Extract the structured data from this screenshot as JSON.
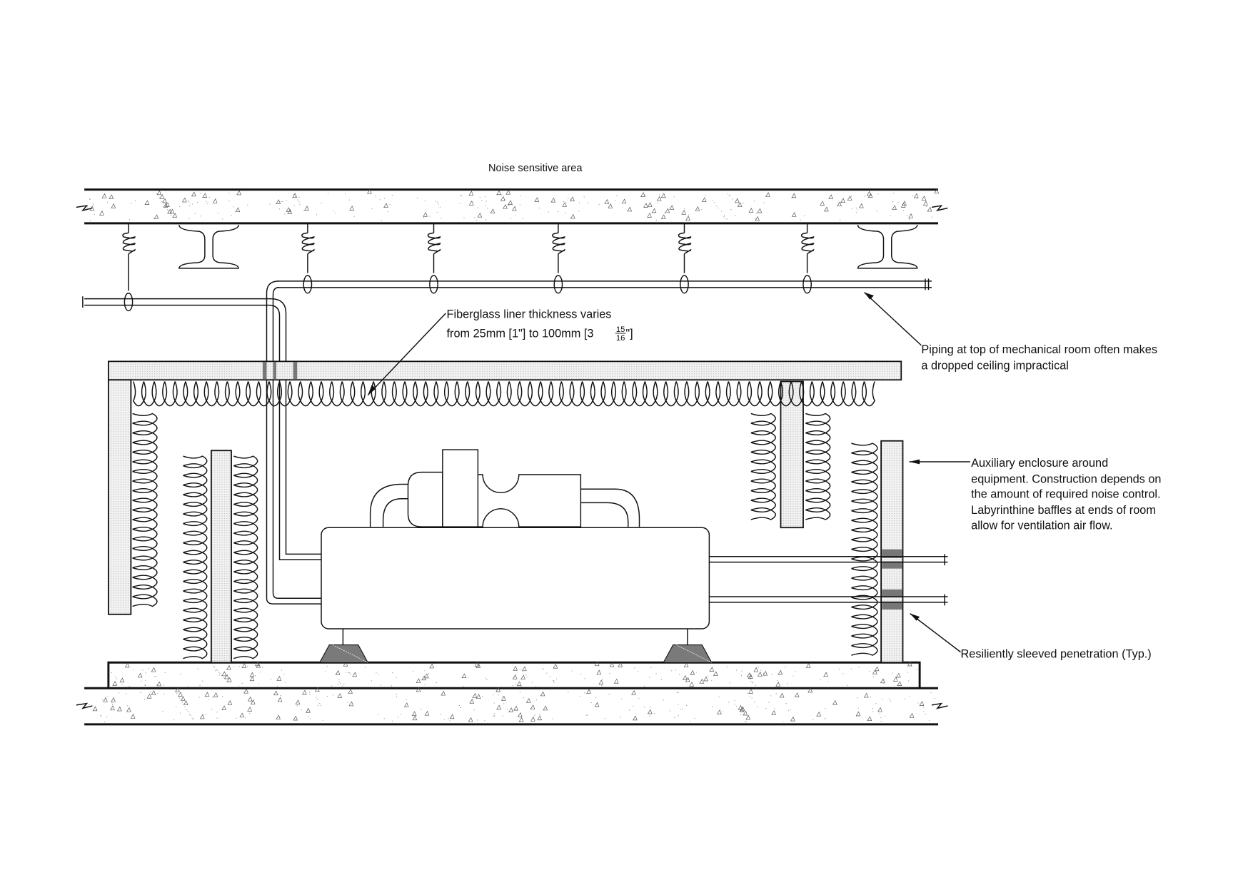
{
  "title": "Noise sensitive area",
  "annotations": {
    "fiberglass": [
      "Fiberglass liner thickness varies",
      "from 25mm [1\"] to 100mm [3"
    ],
    "fiberglass_fraction": {
      "numerator": "15",
      "denominator": "16",
      "suffix": "\"]"
    },
    "piping": [
      "Piping at top of mechanical room often makes",
      "a dropped ceiling impractical"
    ],
    "enclosure": [
      "Auxiliary enclosure around",
      "equipment. Construction depends on",
      "the amount of required noise control.",
      "Labyrinthine baffles at ends of room",
      "allow for ventilation air flow."
    ],
    "penetration": [
      "Resiliently sleeved penetration (Typ.)"
    ]
  },
  "colors": {
    "line": "#111111",
    "panel_fill": "#e6e6e6",
    "sleeve": "#777777",
    "mount": "#7a7a7a"
  }
}
